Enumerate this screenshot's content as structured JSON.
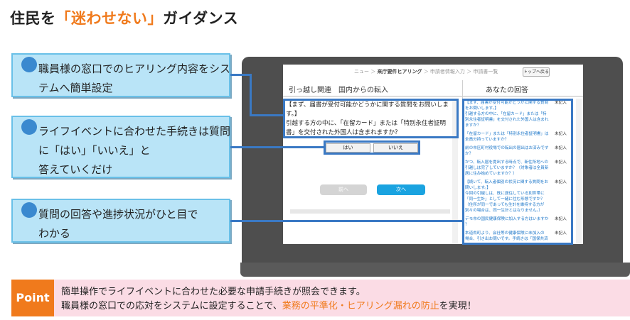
{
  "title": {
    "pre": "住民を",
    "accent": "「迷わせない」",
    "post": "ガイダンス"
  },
  "callouts": [
    {
      "lines": [
        "職員様の窓口でのヒアリング内容をシス",
        "テムへ簡単設定"
      ]
    },
    {
      "lines": [
        "ライフイベントに合わせた手続きは質問",
        "に「はい」「いいえ」と",
        "答えていくだけ"
      ]
    },
    {
      "lines": [
        "質問の回答や進捗状況がひと目で",
        "わかる"
      ]
    }
  ],
  "screen": {
    "breadcrumb": {
      "prefix": "ニュー ＞",
      "current": "来庁要件ヒアリング",
      "rest": "＞ 申請者情報入力 ＞ 申請書一覧"
    },
    "top_button": "トップへ戻る",
    "left_header": "引っ越し関連　国内からの転入",
    "right_header": "あなたの回答",
    "question_lines": [
      "【まず、届書が受付可能かどうかに関する質問をお問いしま",
      "す。】",
      "引越する方の中に、「在留カード」または「特別永住者証明",
      "書」を交付された外国人は含まれますか？"
    ],
    "yes_label": "はい",
    "no_label": "いいえ",
    "prev_label": "前へ",
    "next_label": "次へ",
    "answers": [
      {
        "lines": [
          "【まず、届書が受付可能かどうかに関する質問",
          "をお問いします。】",
          "引越する方の中に、「在留カード」または「特",
          "別永住者証明書」を交付された外国人は含まれ",
          "ますか？"
        ],
        "status": "未記入"
      },
      {
        "lines": [
          "「在留カード」または「特別永住者証明書」は",
          "全員分持っていますか？"
        ],
        "status": "未記入"
      },
      {
        "lines": [
          "前の市区町村役場での転出の届出はお済みです",
          "か？"
        ],
        "status": "未記入"
      },
      {
        "lines": [
          "かつ、転入届を提出する時点で、新住所地への",
          "引越しは完了していますか？（対象者は全員新",
          "居に住み始めていますか？）"
        ],
        "status": "未記入"
      },
      {
        "lines": [
          "【続いて、転入者個別の状況に関する質問をお",
          "問いします。】",
          "今回の引越しは、既に居住している別世帯に",
          "「同一生計」として一緒に住む形態ですか？",
          "（住所が同一であっても生計を維持する方が",
          "別々の場合は、同一生計とはなりません。）"
        ],
        "status": "未記入"
      },
      {
        "lines": [
          "デモ市の国民健康保険に加入する方はいますか",
          "？"
        ],
        "status": "未記入"
      },
      {
        "lines": [
          "本道県町より、会社等の健康保険に未加入の",
          "場合、引き出お問いです。手続きは「国保共済"
        ],
        "status": "未記入"
      }
    ]
  },
  "point": {
    "tag": "Point",
    "line1": "簡単操作でライフイベントに合わせた必要な申請手続きが照会できます。",
    "line2_pre": "職員様の窓口での応対をシステムに設定することで、",
    "line2_hi": "業務の平準化・ヒアリング漏れの防止",
    "line2_post": "を実現！"
  },
  "colors": {
    "accent": "#f07a1c",
    "callout_fill": "#b9e4f7",
    "highlight": "#3a79c4",
    "next_button": "#1aa3e0",
    "point_bg": "#fbdce5"
  }
}
